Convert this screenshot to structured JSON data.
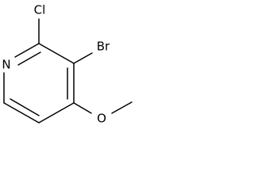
{
  "molecule": {
    "atoms": {
      "nitrogen": "N",
      "chlorine": "Cl",
      "bromine": "Br",
      "oxygen": "O"
    }
  }
}
